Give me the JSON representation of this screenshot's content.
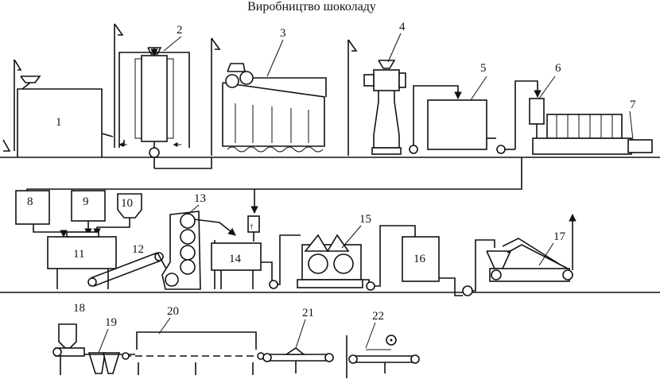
{
  "title": "Виробництво шоколаду",
  "labels": {
    "n1": "1",
    "n2": "2",
    "n3": "3",
    "n4": "4",
    "n5": "5",
    "n6": "6",
    "n7": "7",
    "n8": "8",
    "n9": "9",
    "n10": "10",
    "n11": "11",
    "n12": "12",
    "n13": "13",
    "n14": "14",
    "n15": "15",
    "n16": "16",
    "n17": "17",
    "n18": "18",
    "n19": "19",
    "n20": "20",
    "n21": "21",
    "n22": "22"
  }
}
